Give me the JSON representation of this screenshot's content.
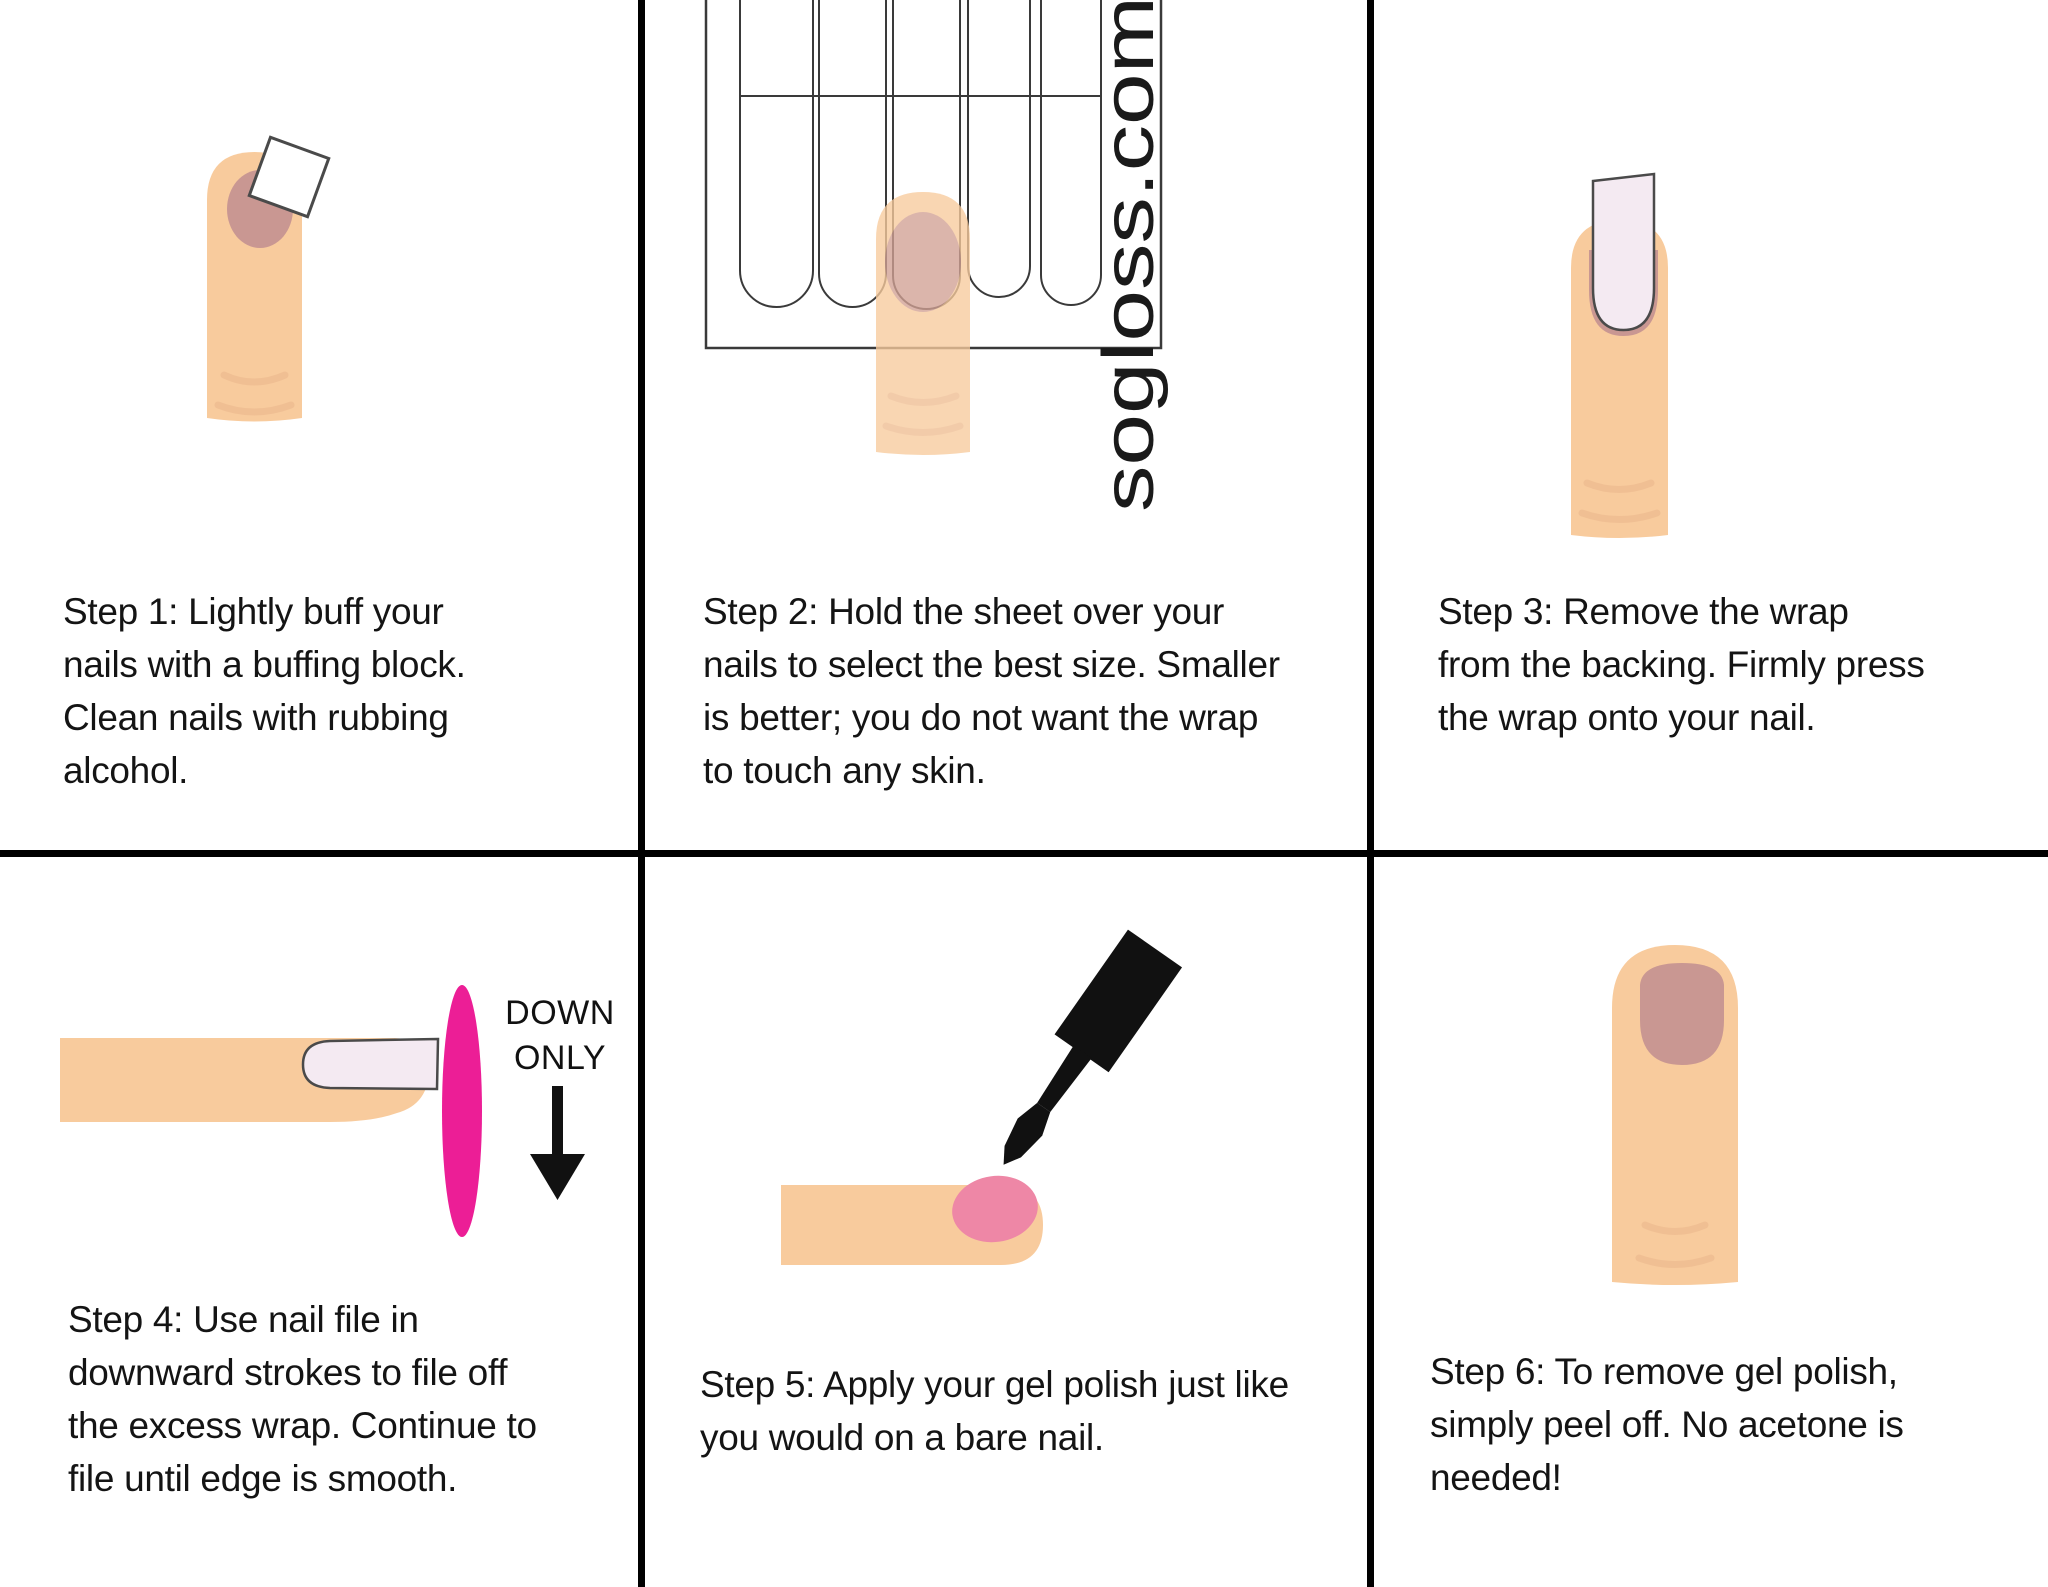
{
  "title": "Gel nail wrap application instructions",
  "watermark": "sogloss.com",
  "annotations": {
    "down": "DOWN",
    "only": "ONLY"
  },
  "steps": [
    {
      "id": 1,
      "caption": "Step 1: Lightly buff your\nnails with a buffing block.\nClean nails with rubbing\nalcohol."
    },
    {
      "id": 2,
      "caption": "Step 2: Hold the sheet over your\nnails to select the best size. Smaller\nis better; you do not want the wrap\nto touch any skin."
    },
    {
      "id": 3,
      "caption": "Step 3: Remove the wrap\nfrom the backing. Firmly press\nthe wrap onto your nail."
    },
    {
      "id": 4,
      "caption": "Step 4: Use nail file in\ndownward strokes to file off\nthe excess wrap. Continue to\nfile until edge is smooth."
    },
    {
      "id": 5,
      "caption": "Step 5: Apply your gel polish just like\nyou would on a bare nail."
    },
    {
      "id": 6,
      "caption": "Step 6: To remove gel polish,\nsimply peel off. No acetone is\nneeded!"
    }
  ],
  "colors": {
    "skin": "#F8CB9D",
    "nail": "#C99792",
    "crease": "#EFBD92",
    "wrap": "#F4EAF2",
    "file": "#EC1E96",
    "polish": "#EE87A6",
    "ink": "#111111",
    "outline": "#4a4a4a",
    "text": "#141414",
    "divider": "#000000"
  }
}
